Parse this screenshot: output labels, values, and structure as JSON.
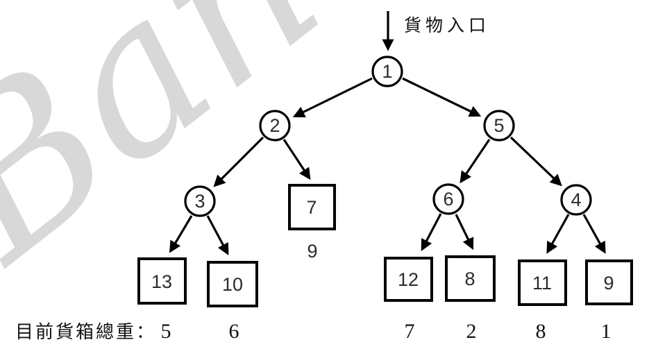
{
  "watermark": {
    "text": "Bana",
    "color": "#d8d8d8"
  },
  "entry": {
    "label": "貨物入口"
  },
  "tree": {
    "circles": [
      {
        "id": "1",
        "label": "1"
      },
      {
        "id": "2",
        "label": "2"
      },
      {
        "id": "5",
        "label": "5"
      },
      {
        "id": "3",
        "label": "3"
      },
      {
        "id": "6",
        "label": "6"
      },
      {
        "id": "4",
        "label": "4"
      }
    ],
    "boxes": [
      {
        "id": "7",
        "label": "7"
      },
      {
        "id": "13",
        "label": "13"
      },
      {
        "id": "10",
        "label": "10"
      },
      {
        "id": "12",
        "label": "12"
      },
      {
        "id": "8",
        "label": "8"
      },
      {
        "id": "11",
        "label": "11"
      },
      {
        "id": "9",
        "label": "9"
      }
    ],
    "box7_current_weight": "9"
  },
  "totals": {
    "label": "目前貨箱總重：",
    "values": [
      "5",
      "6",
      "7",
      "2",
      "8",
      "1"
    ]
  },
  "colors": {
    "ink": "#000000",
    "watermark": "#d8d8d8"
  }
}
